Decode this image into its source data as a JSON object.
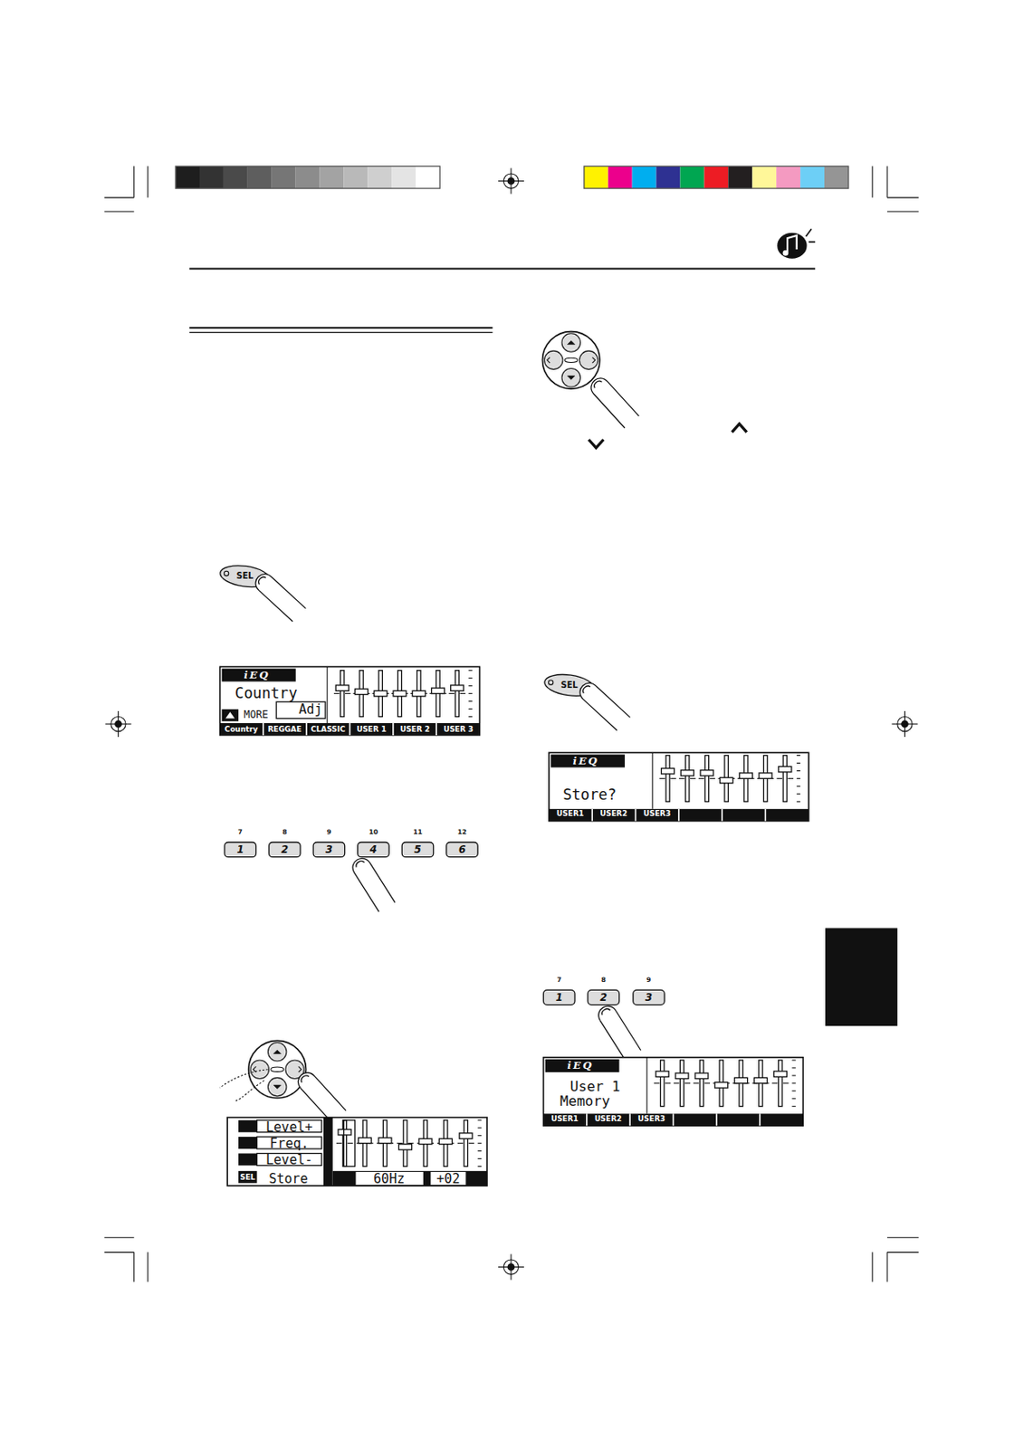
{
  "diagram": {
    "labels": [
      "SEL",
      "iEQ",
      "Country",
      "MORE",
      "Adj",
      "Country",
      "REGGAE",
      "CLASSIC",
      "USER 1",
      "USER 2",
      "USER 3",
      "7",
      "8",
      "9",
      "10",
      "11",
      "12",
      "1",
      "2",
      "3",
      "4",
      "5",
      "6",
      "Level+",
      "Freq.",
      "Level-",
      "SEL",
      "Store",
      "60Hz",
      "+02",
      "SEL",
      "iEQ",
      "Store?",
      "USER1",
      "USER2",
      "USER3",
      "7",
      "8",
      "9",
      "1",
      "2",
      "3",
      "iEQ",
      "User 1",
      "Memory",
      "USER1",
      "USER2",
      "USER3"
    ]
  }
}
